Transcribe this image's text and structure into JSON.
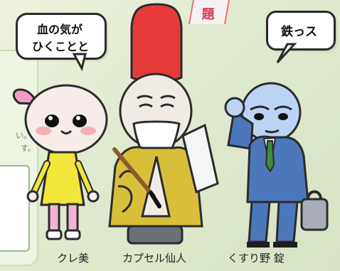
{
  "speech_bubbles": {
    "left_line1": "血の気が",
    "left_line2": "ひくことと",
    "right": "鉄っス"
  },
  "tag_text": "題",
  "left_snippets": [
    "い。",
    "す。"
  ],
  "characters": [
    {
      "name": "クレ美"
    },
    {
      "name": "カプセル仙人"
    },
    {
      "name": "くすり野 錠"
    }
  ],
  "colors": {
    "bow": "#f29dc4",
    "hat": "#e63b3b",
    "robe": "#d8bf39",
    "suit": "#4d77bb",
    "tie": "#3d8b3d",
    "head_blue": "#bcd3f3"
  }
}
